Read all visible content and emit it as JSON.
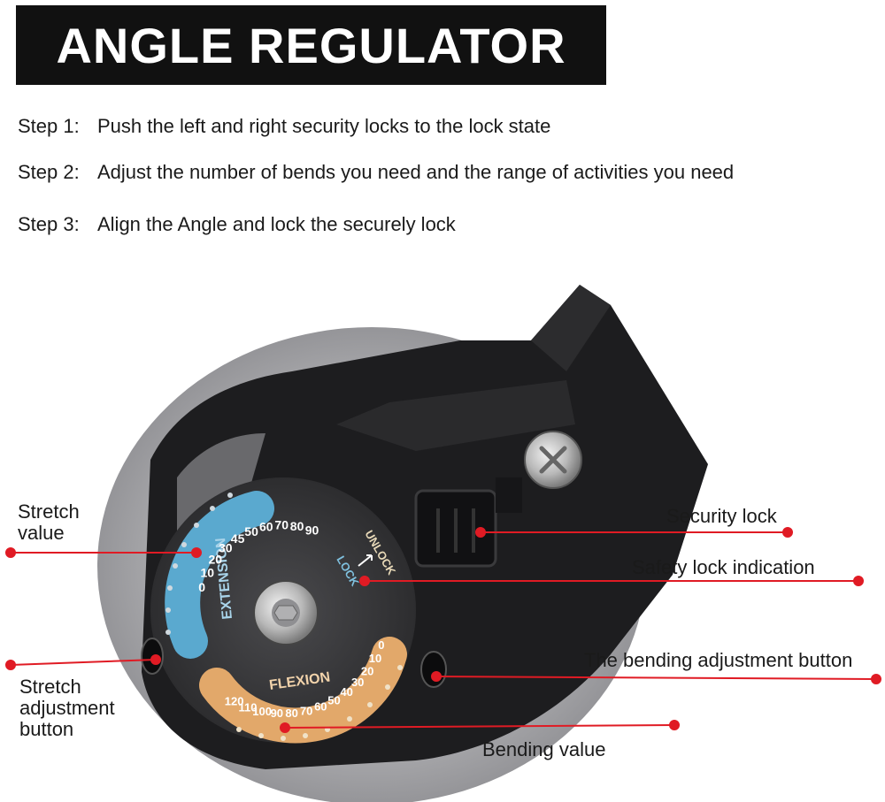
{
  "title": "ANGLE REGULATOR",
  "steps": [
    {
      "number": "Step 1:",
      "text": "Push the left and right security locks to the lock state"
    },
    {
      "number": "Step 2:",
      "text": "Adjust the number of bends you need and the range of activities you need"
    },
    {
      "number": "Step 3:",
      "text": "Align the Angle and lock the securely lock"
    }
  ],
  "callouts": {
    "stretch_value": [
      "Stretch",
      "value"
    ],
    "stretch_adjustment_button": [
      "Stretch",
      "adjustment",
      "button"
    ],
    "security_lock": "Security lock",
    "safety_lock_indication": "Safety lock indication",
    "bending_adjustment_button": "The bending adjustment button",
    "bending_value": "Bending value"
  },
  "dial": {
    "extension_label": "EXTENSION",
    "flexion_label": "FLEXION",
    "unlock_label": "UNLOCK",
    "lock_label": "LOCK",
    "extension_ticks": [
      "0",
      "10",
      "20",
      "30",
      "45",
      "50",
      "60",
      "70",
      "80",
      "90"
    ],
    "flexion_ticks": [
      "120",
      "110",
      "100",
      "90",
      "80",
      "70",
      "60",
      "50",
      "40",
      "30",
      "20",
      "10",
      "0"
    ]
  },
  "colors": {
    "callout_red": "#e01b24",
    "title_bg": "#111111",
    "extension_blue": "#5aa9cf",
    "flexion_orange": "#e2a86a",
    "housing": "#1d1d1f"
  }
}
